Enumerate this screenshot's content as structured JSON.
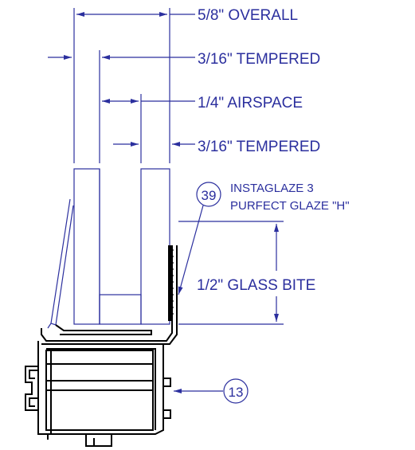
{
  "labels": {
    "overall": "5/8\"  OVERALL",
    "tempered_outer": "3/16\"  TEMPERED",
    "airspace": "1/4\"  AIRSPACE",
    "tempered_inner": "3/16\"  TEMPERED",
    "gasket_line1": "INSTAGLAZE 3",
    "gasket_line2": "PURFECT GLAZE \"H\"",
    "glass_bite": "1/2\"  GLASS BITE"
  },
  "callouts": {
    "gasket_number": "39",
    "frame_number": "13"
  },
  "colors": {
    "dimension": "#2b2f9e",
    "profile": "#000000"
  }
}
